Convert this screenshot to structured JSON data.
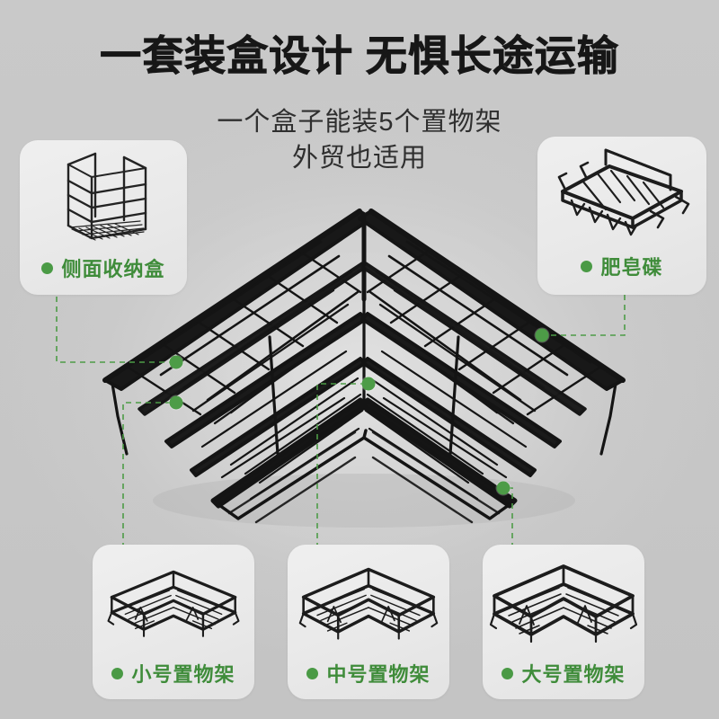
{
  "page": {
    "background_color": "#c9c9c9",
    "accent_green": "#3f8c3a",
    "dot_green": "#4d9c47",
    "product_color": "#171717"
  },
  "header": {
    "title": "一套装盒设计 无惧长途运输",
    "subtitle_line1": "一个盒子能装5个置物架",
    "subtitle_line2": "外贸也适用"
  },
  "callouts": [
    {
      "id": "side-box",
      "label": "侧面收纳盒",
      "icon": "wire-caddy-icon",
      "position": "top-left"
    },
    {
      "id": "soap-dish",
      "label": "肥皂碟",
      "icon": "wire-soap-tray-icon",
      "position": "top-right"
    },
    {
      "id": "small-shelf",
      "label": "小号置物架",
      "icon": "corner-shelf-small-icon",
      "position": "bottom-left"
    },
    {
      "id": "medium-shelf",
      "label": "中号置物架",
      "icon": "corner-shelf-medium-icon",
      "position": "bottom-center"
    },
    {
      "id": "large-shelf",
      "label": "大号置物架",
      "icon": "corner-shelf-large-icon",
      "position": "bottom-right"
    }
  ],
  "hero": {
    "description": "五件套黑色金属角落置物架叠放组合",
    "marker_count": 5
  }
}
